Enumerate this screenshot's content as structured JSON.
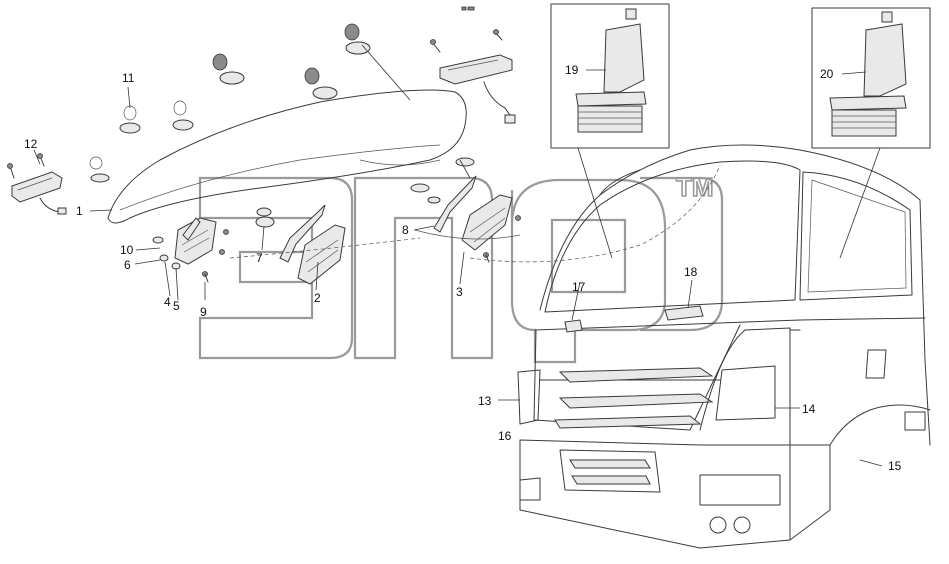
{
  "diagram": {
    "watermark_mark": "TM",
    "callouts": [
      {
        "id": "1",
        "text": "1"
      },
      {
        "id": "2",
        "text": "2"
      },
      {
        "id": "3",
        "text": "3"
      },
      {
        "id": "4",
        "text": "4"
      },
      {
        "id": "5",
        "text": "5"
      },
      {
        "id": "6",
        "text": "6"
      },
      {
        "id": "7",
        "text": "7"
      },
      {
        "id": "8",
        "text": "8"
      },
      {
        "id": "9",
        "text": "9"
      },
      {
        "id": "10",
        "text": "10"
      },
      {
        "id": "11",
        "text": "11"
      },
      {
        "id": "12",
        "text": "12"
      },
      {
        "id": "13",
        "text": "13"
      },
      {
        "id": "14",
        "text": "14"
      },
      {
        "id": "15",
        "text": "15"
      },
      {
        "id": "16",
        "text": "16"
      },
      {
        "id": "17",
        "text": "17"
      },
      {
        "id": "18",
        "text": "18"
      },
      {
        "id": "19",
        "text": "19"
      },
      {
        "id": "20",
        "text": "20"
      }
    ]
  }
}
